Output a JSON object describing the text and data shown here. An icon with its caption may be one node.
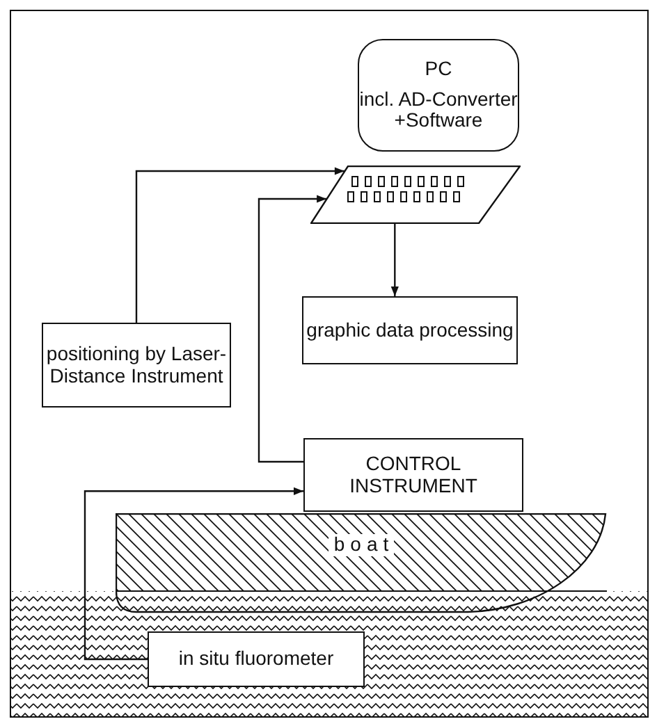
{
  "diagram": {
    "nodes": [
      {
        "text": [
          "PC",
          "incl. AD-Converter +Software"
        ]
      },
      {
        "text": [],
        "shape": "keyboard"
      },
      {
        "text": [
          "graphic data processing"
        ]
      },
      {
        "text": [
          "positioning by Laser-Distance Instrument"
        ]
      },
      {
        "text": [
          "CONTROL INSTRUMENT"
        ]
      },
      {
        "text": [
          "boat"
        ]
      },
      {
        "text": [
          "in situ fluorometer"
        ]
      }
    ],
    "edges": [
      {
        "from": 3,
        "to": 1,
        "arrow": "to"
      },
      {
        "from": 4,
        "to": 1,
        "arrow": "to"
      },
      {
        "from": 1,
        "to": 2,
        "arrow": "to"
      },
      {
        "from": 6,
        "to": 4,
        "arrow": "to"
      }
    ]
  }
}
